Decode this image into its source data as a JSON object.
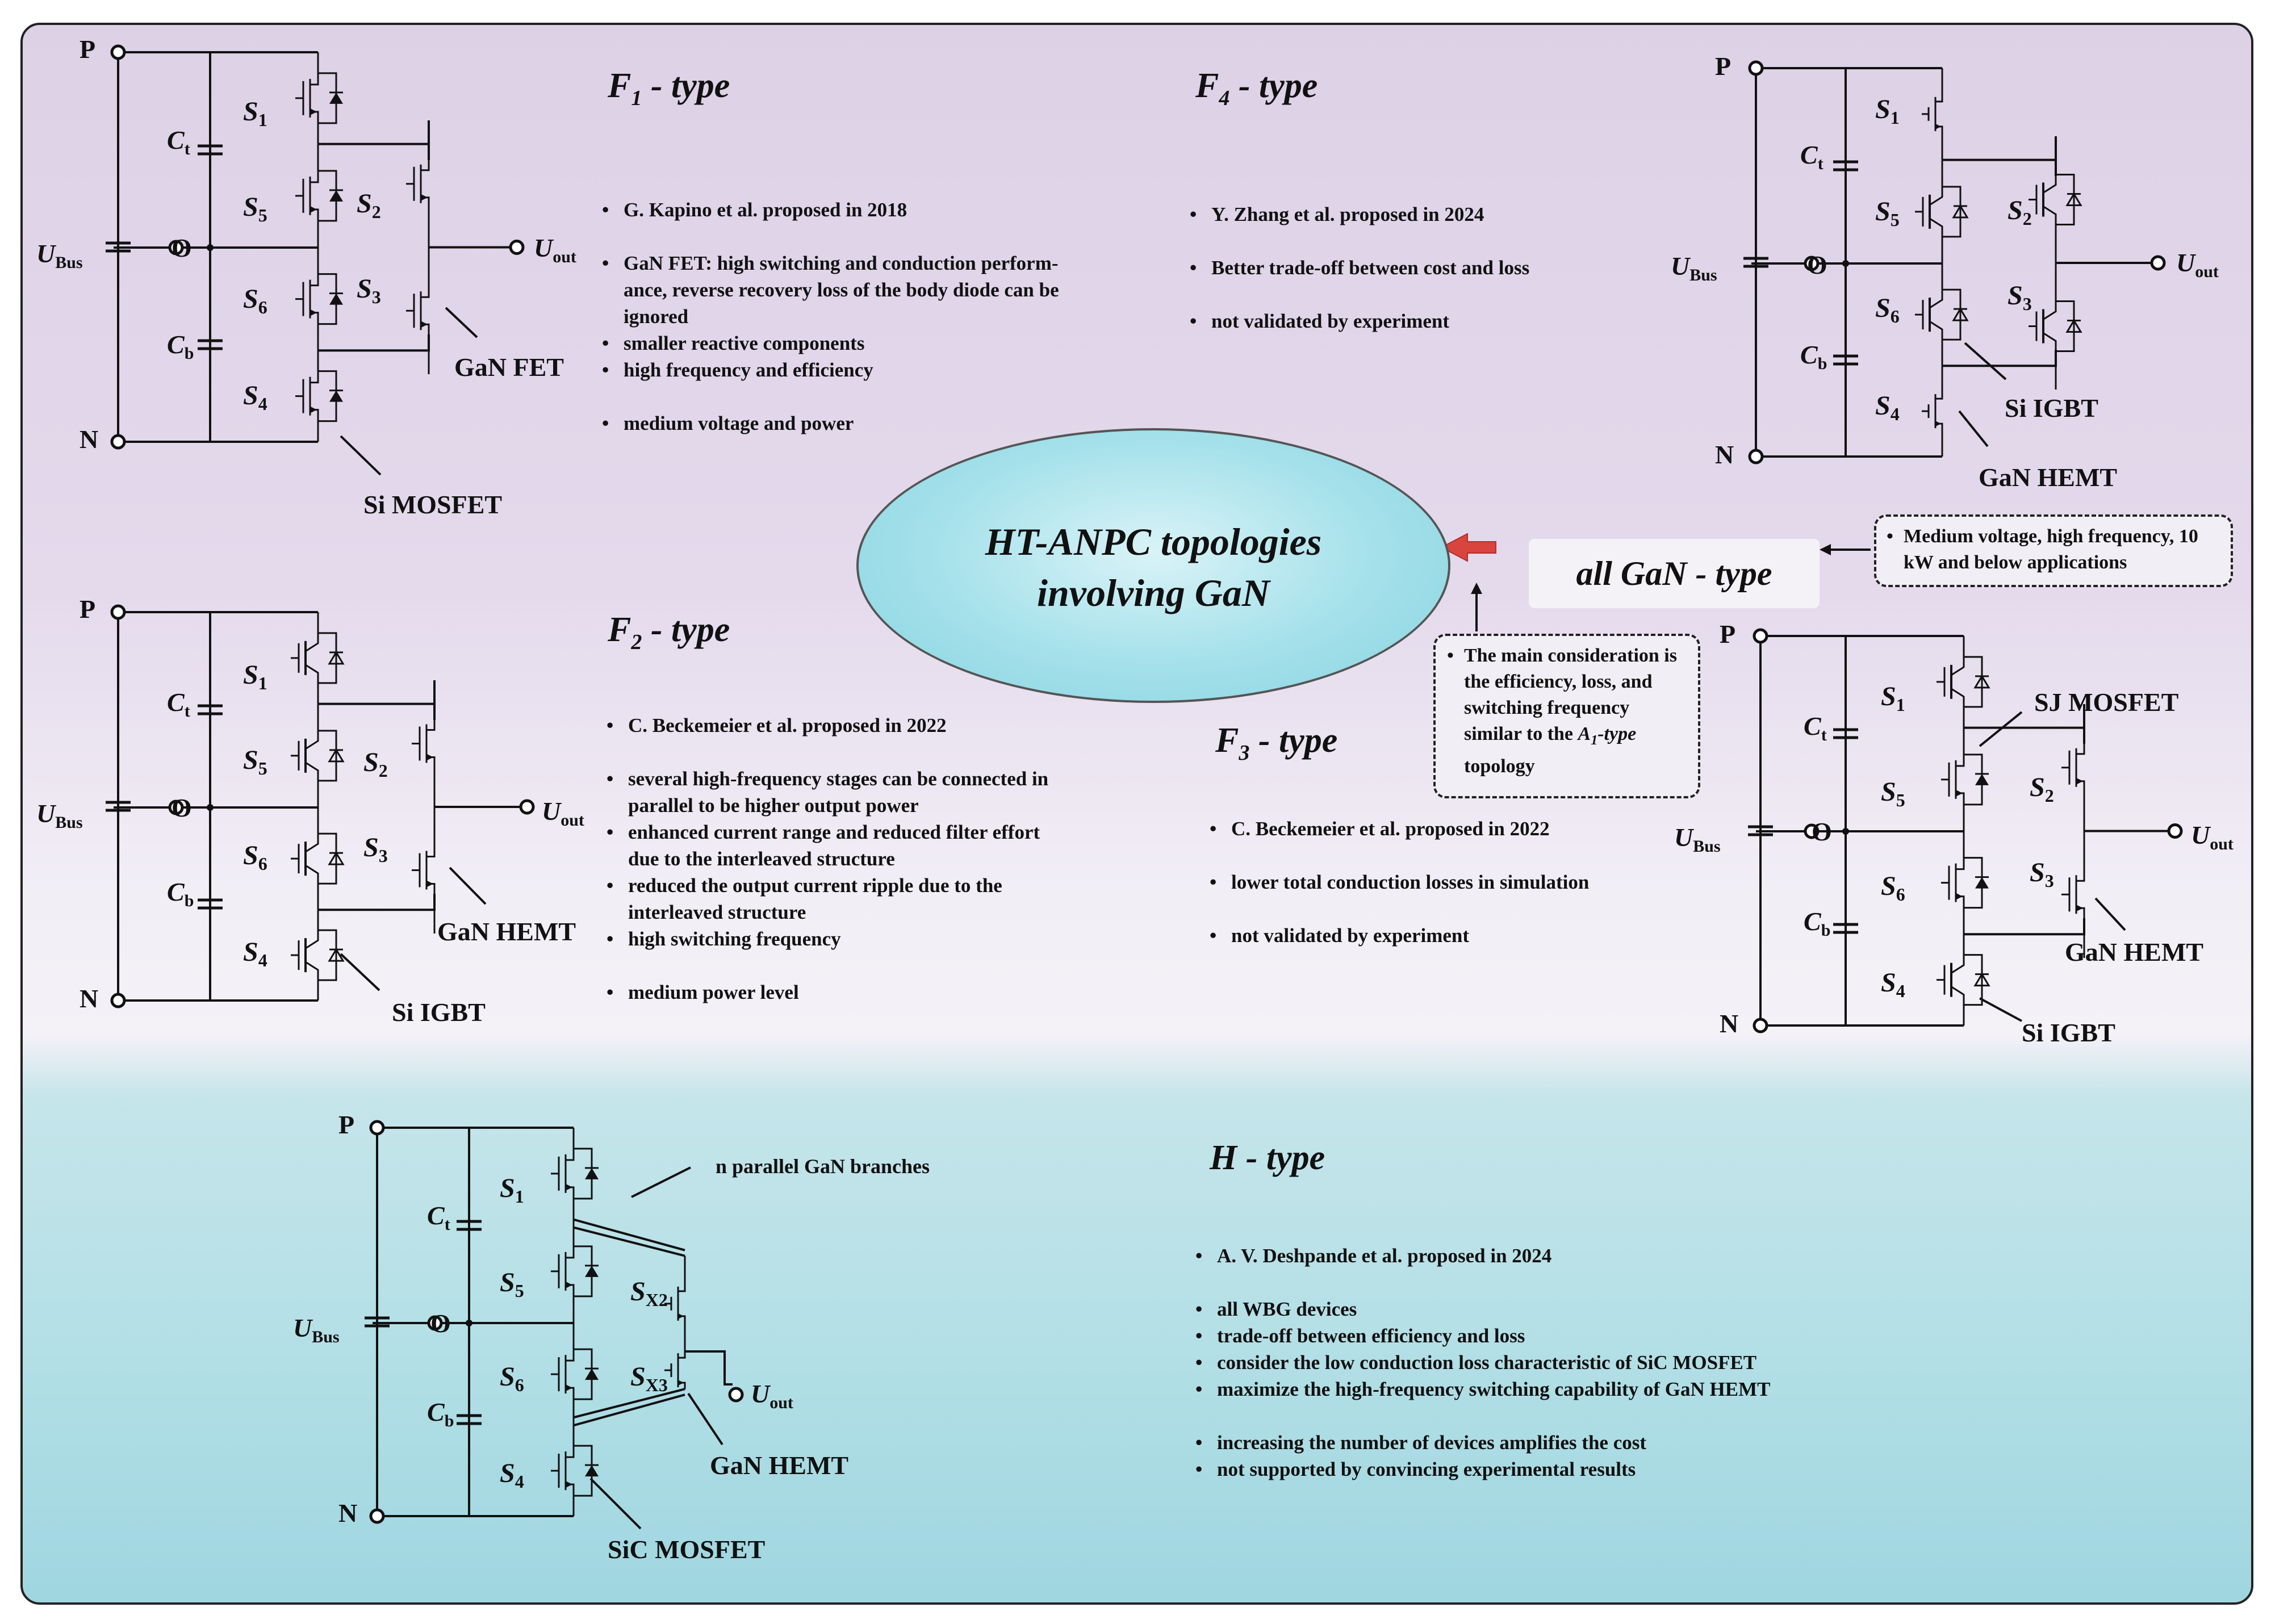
{
  "title": {
    "line1": "HT-ANPC topologies",
    "line2": "involving GaN"
  },
  "all_gan": {
    "label": "all GaN - type",
    "note": "Medium voltage, high frequency, 10 kW and below applications",
    "consideration": "The main consideration is the efficiency, loss, and switching frequency similar to the",
    "consideration_ref": "A",
    "consideration_ref_sub": "1",
    "consideration_ref_suffix": "-type",
    "consideration_tail": "topology"
  },
  "f1": {
    "title": "F",
    "title_sub": "1",
    "title_suffix": " - type",
    "device_upper": "GaN FET",
    "device_lower": "Si MOSFET",
    "bullets": [
      "G. Kapino et al. proposed in 2018",
      "GaN FET: high switching and conduction perform-ance, reverse recovery loss of the body diode can be ignored",
      "smaller reactive components",
      "high frequency and efficiency",
      "medium voltage and power"
    ]
  },
  "f2": {
    "title": "F",
    "title_sub": "2",
    "title_suffix": " - type",
    "device_upper": "GaN HEMT",
    "device_lower": "Si IGBT",
    "bullets": [
      "C. Beckemeier et al. proposed in 2022",
      "several high-frequency stages can be connected in parallel to be higher output power",
      "enhanced current range and reduced filter effort due to the interleaved structure",
      "reduced the output current ripple due to the interleaved structure",
      "high switching frequency",
      "medium power level"
    ]
  },
  "f3": {
    "title": "F",
    "title_sub": "3",
    "title_suffix": " - type",
    "device_top": "SJ MOSFET",
    "device_upper": "GaN HEMT",
    "device_lower": "Si IGBT",
    "bullets": [
      "C. Beckemeier et al. proposed in 2022",
      "lower total conduction losses in simulation",
      "not validated by experiment"
    ]
  },
  "f4": {
    "title": "F",
    "title_sub": "4",
    "title_suffix": " - type",
    "device_upper": "Si IGBT",
    "device_lower": "GaN HEMT",
    "bullets": [
      "Y. Zhang et al. proposed in 2024",
      "Better trade-off between cost and loss",
      "not validated by experiment"
    ]
  },
  "h": {
    "title": "H - type",
    "branches_label": "n parallel GaN branches",
    "device_upper": "GaN HEMT",
    "device_lower": "SiC MOSFET",
    "bullets": [
      "A. V. Deshpande et al. proposed in 2024",
      "all WBG devices",
      "trade-off between efficiency and loss",
      "consider the low conduction loss characteristic of SiC MOSFET",
      "maximize the high-frequency switching capability of GaN HEMT",
      "increasing the number of devices amplifies the cost",
      "not supported by convincing experimental results"
    ]
  },
  "labels": {
    "P": "P",
    "N": "N",
    "O": "O",
    "U": "U",
    "bus": "Bus",
    "out": "out",
    "C": "C",
    "t": "t",
    "b": "b",
    "S": "S",
    "s1": "1",
    "s2": "2",
    "s3": "3",
    "s4": "4",
    "s5": "5",
    "s6": "6",
    "sx2": "X2",
    "sx3": "X3"
  },
  "colors": {
    "arrow": "#d9443f",
    "ellipse": "#9fdbe5",
    "frame": "#222222"
  }
}
